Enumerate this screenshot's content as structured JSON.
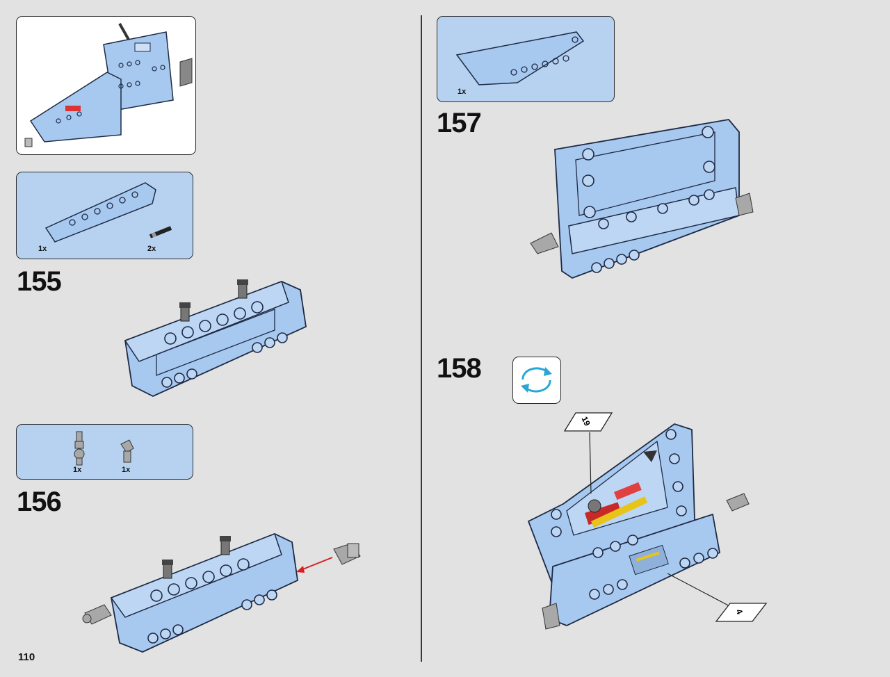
{
  "page": {
    "number": "110"
  },
  "steps": [
    {
      "number": "155",
      "parts": [
        {
          "qty": "1x"
        },
        {
          "qty": "2x"
        }
      ]
    },
    {
      "number": "156",
      "parts": [
        {
          "qty": "1x"
        },
        {
          "qty": "1x"
        }
      ]
    },
    {
      "number": "157",
      "parts": [
        {
          "qty": "1x"
        }
      ]
    },
    {
      "number": "158",
      "stickers": [
        {
          "number": "19"
        },
        {
          "number": "4"
        }
      ]
    }
  ],
  "colors": {
    "brick": "#a7c8ef",
    "panel": "#b6d2f0",
    "outline": "#1e2a44",
    "background": "#e2e2e2",
    "arrow": "#d42020",
    "rotate": "#2aa6d6"
  },
  "icons": {
    "rotate": "rotate-model-icon"
  }
}
